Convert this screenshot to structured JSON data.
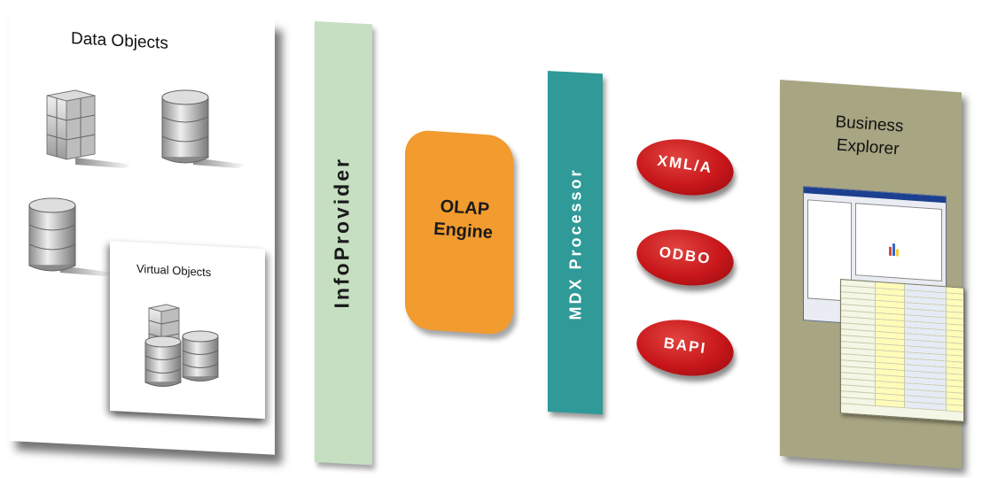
{
  "data_objects": {
    "title": "Data Objects"
  },
  "virtual_objects": {
    "title": "Virtual Objects"
  },
  "infoprovider": {
    "label": "InfoProvider",
    "color": "#c6dfc1"
  },
  "olap_engine": {
    "label_line1": "OLAP",
    "label_line2": "Engine",
    "color": "#f29b2f"
  },
  "mdx_processor": {
    "label": "MDX Processor",
    "color": "#2f9a98"
  },
  "interfaces": [
    {
      "label": "XML/A"
    },
    {
      "label": "ODBO"
    },
    {
      "label": "BAPI"
    }
  ],
  "interface_color": "#c8161a",
  "business_explorer": {
    "title_line1": "Business",
    "title_line2": "Explorer",
    "color": "#a8a582"
  },
  "icons": [
    "infocube-icon",
    "database-icon",
    "database-icon",
    "infocube-icon",
    "database-icon",
    "database-icon",
    "report-screenshot-icon"
  ]
}
